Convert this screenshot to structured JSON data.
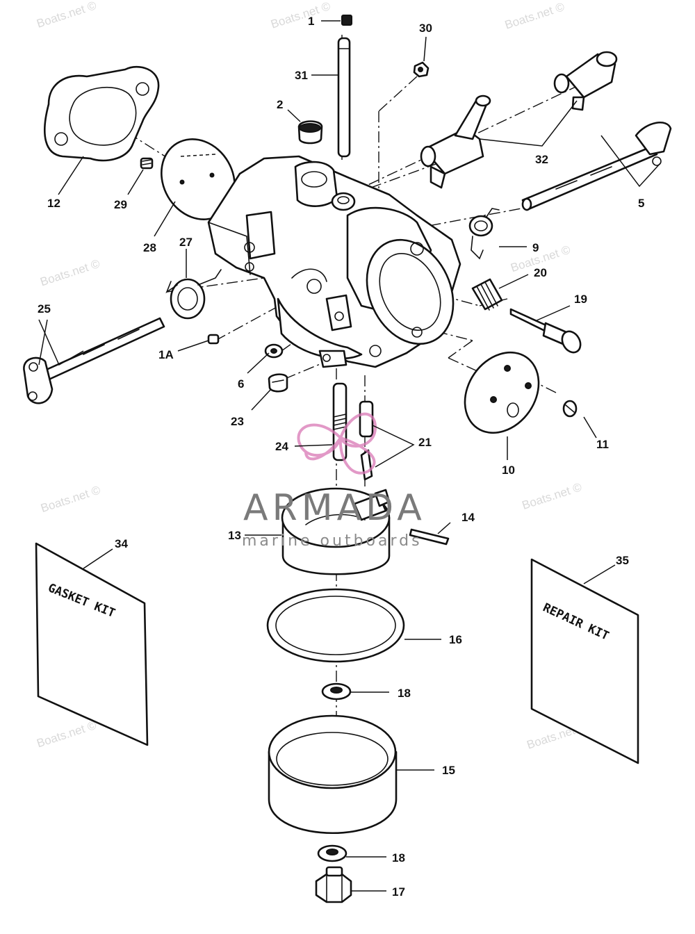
{
  "watermark_text": "Boats.net ©",
  "brand": {
    "name": "ARMADA",
    "tagline": "marine outboards"
  },
  "kits": {
    "gasket": "GASKET KIT",
    "repair": "REPAIR KIT"
  },
  "callouts": {
    "c1": "1",
    "c1a": "1A",
    "c2": "2",
    "c5": "5",
    "c6": "6",
    "c9": "9",
    "c10": "10",
    "c11": "11",
    "c12": "12",
    "c13": "13",
    "c14": "14",
    "c15": "15",
    "c16": "16",
    "c17": "17",
    "c18a": "18",
    "c18b": "18",
    "c19": "19",
    "c20": "20",
    "c21": "21",
    "c23": "23",
    "c24": "24",
    "c25": "25",
    "c27": "27",
    "c28": "28",
    "c29": "29",
    "c30": "30",
    "c31": "31",
    "c32": "32",
    "c34": "34",
    "c35": "35"
  }
}
